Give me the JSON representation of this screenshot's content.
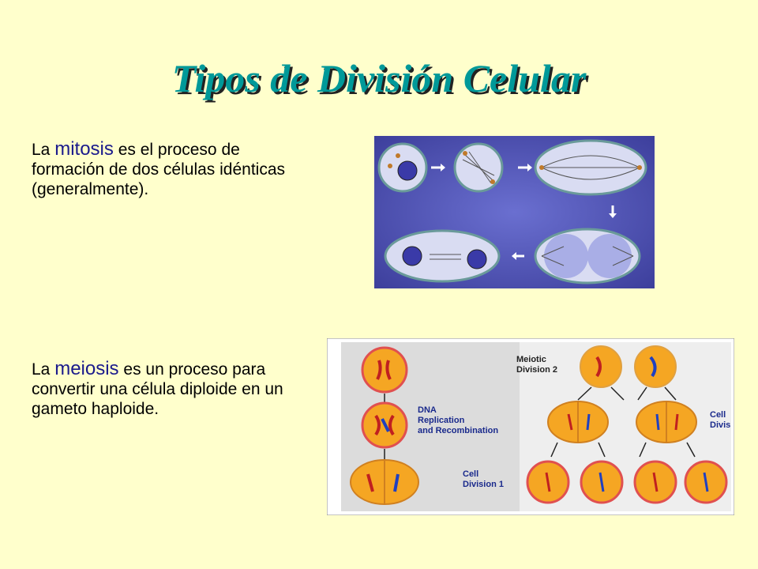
{
  "slide": {
    "title": "Tipos de División Celular",
    "mitosis": {
      "prefix": "La ",
      "keyword": "mitosis",
      "text": " es el proceso de formación de dos células idénticas (generalmente)."
    },
    "meiosis": {
      "prefix": "La ",
      "keyword": "meiosis",
      "text": " es un proceso para convertir una célula diploide en un gameto haploide."
    }
  },
  "meiosis_figure": {
    "labels": {
      "meiotic_division_1": "Meiotic",
      "meiotic_division_2": "Division 2",
      "dna_1": "DNA",
      "dna_2": "Replication",
      "dna_3": "and Recombination",
      "cell_div_1a": "Cell",
      "cell_div_1b": "Division 1",
      "cell_div_2a": "Cell",
      "cell_div_2b": "Divis"
    }
  },
  "colors": {
    "background": "#ffffcc",
    "title": "#009999",
    "keyword": "#1a1a8c",
    "mitosis_bg": "#4a4fb0",
    "cell_orange": "#f5a623"
  }
}
